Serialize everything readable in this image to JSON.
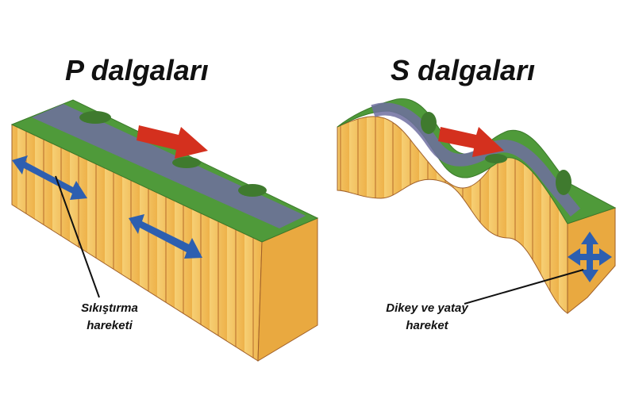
{
  "p_wave": {
    "title": "P dalgaları",
    "label_line1": "Sıkıştırma",
    "label_line2": "hareketi"
  },
  "s_wave": {
    "title": "S dalgaları",
    "label_line1": "Dikey ve yatay",
    "label_line2": "hareket"
  },
  "colors": {
    "ground_top": "#4f9a3a",
    "road": "#6e6fa0",
    "earth": "#f2c15a",
    "earth_lines": "#b76a2a",
    "arrow_red": "#d4301e",
    "arrow_blue": "#2d5fb0"
  }
}
